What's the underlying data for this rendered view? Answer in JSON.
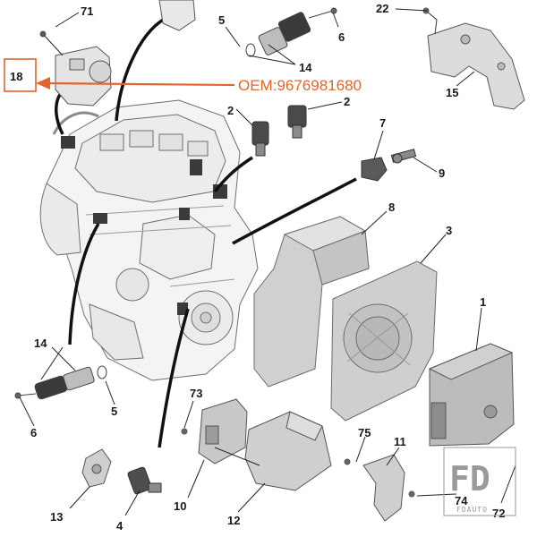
{
  "oem_label": "OEM:9676981680",
  "highlight_color": "#e0652f",
  "callouts": {
    "c71": "71",
    "c5a": "5",
    "c22": "22",
    "c6a": "6",
    "c14a": "14",
    "c18": "18",
    "c15": "15",
    "c2a": "2",
    "c2b": "2",
    "c7": "7",
    "c9": "9",
    "c8": "8",
    "c3": "3",
    "c1": "1",
    "c14b": "14",
    "c5b": "5",
    "c6b": "6",
    "c73": "73",
    "c75": "75",
    "c11": "11",
    "c13": "13",
    "c4": "4",
    "c10": "10",
    "c12": "12",
    "c74": "74",
    "c72": "72"
  },
  "watermark": {
    "logo": "FD",
    "text": "FDAUTO"
  }
}
